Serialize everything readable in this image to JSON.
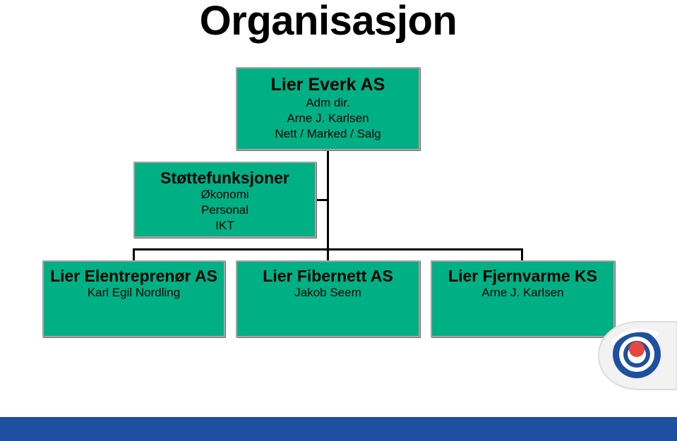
{
  "title": "Organisasjon",
  "top": {
    "name": "Lier Everk AS",
    "lines": [
      "Adm dir.",
      "Arne J. Karlsen",
      "Nett / Marked / Salg"
    ]
  },
  "support": {
    "name": "Støttefunksjoner",
    "lines": [
      "Økonomi",
      "Personal",
      "IKT"
    ]
  },
  "subsidiaries": [
    {
      "name": "Lier Elentreprenør AS",
      "leader": "Karl Egil Nordling"
    },
    {
      "name": "Lier Fibernett AS",
      "leader": "Jakob Seem"
    },
    {
      "name": "Lier Fjernvarme KS",
      "leader": "Arne J. Karlsen"
    }
  ],
  "colors": {
    "box_fill": "#00b085",
    "box_border": "#a6a6a6",
    "footer_bar": "#1f4fa0",
    "logo_blue": "#1f4fa0",
    "logo_red": "#e8483b"
  },
  "logo_icon": "company-logo-icon"
}
